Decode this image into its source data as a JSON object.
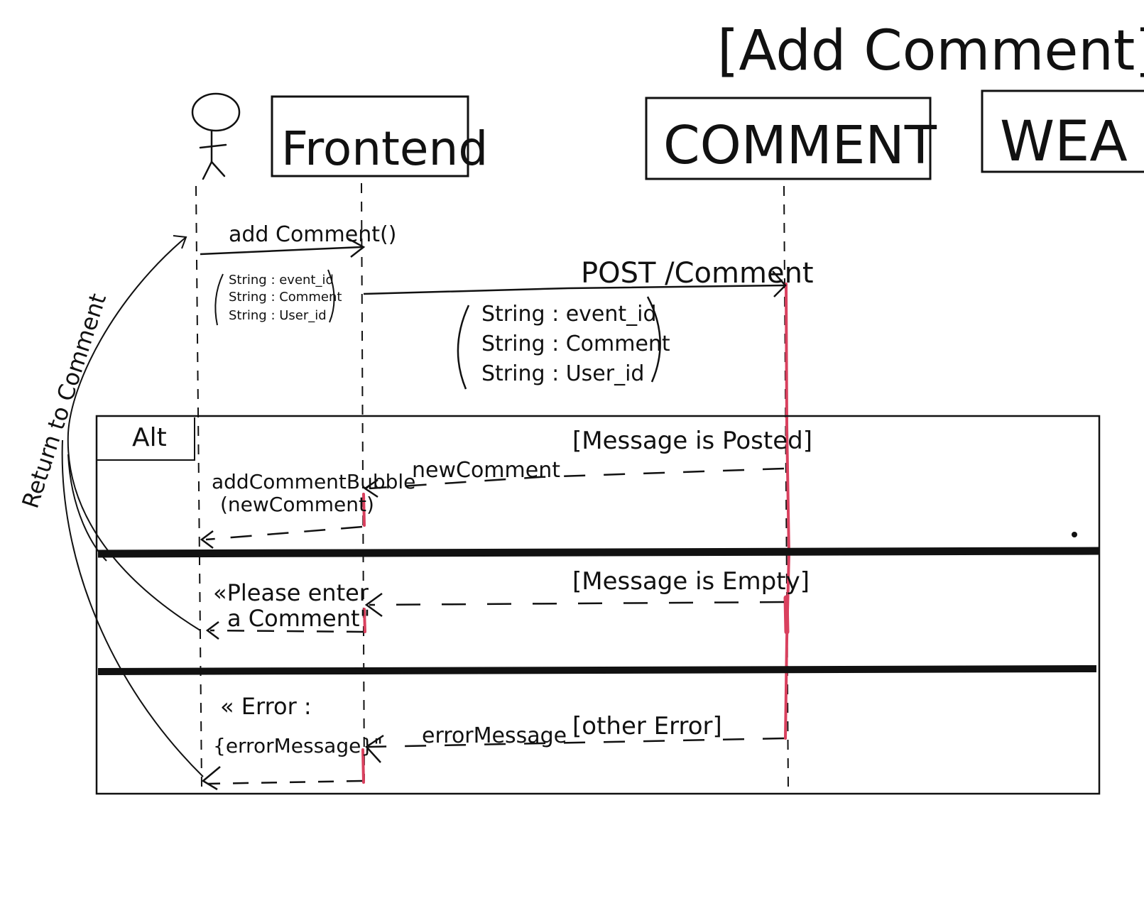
{
  "title": "[Add Comment]",
  "participants": {
    "frontend": "Frontend",
    "comment": "COMMENT",
    "weather_partial": "WEA"
  },
  "messages": {
    "add_comment": "add Comment()",
    "add_comment_params": [
      "String : event_id",
      "String : Comment",
      "String : User_id"
    ],
    "post_comment": "POST /Comment",
    "post_comment_params": [
      "String : event_id",
      "String : Comment",
      "String : User_id"
    ],
    "new_comment": "newComment",
    "add_bubble": [
      "addCommentBubble",
      "(newComment)"
    ],
    "please_enter": [
      "«Please enter",
      "a Comment\""
    ],
    "error_message": "errorMessage",
    "error_text": [
      "« Error :",
      "{errorMessage}\""
    ],
    "return_to_comment": "Return to Comment"
  },
  "alt_fragment": {
    "label": "Alt",
    "guards": [
      "[Message is Posted]",
      "[Message is Empty]",
      "[other Error]"
    ]
  },
  "colors": {
    "ink": "#111111",
    "activation": "#d9405e"
  }
}
